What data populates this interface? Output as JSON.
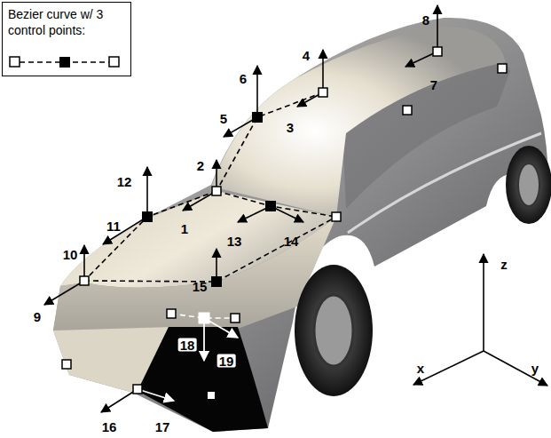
{
  "diagram": {
    "labels": [
      "1",
      "2",
      "3",
      "4",
      "5",
      "6",
      "7",
      "8",
      "9",
      "10",
      "11",
      "12",
      "13",
      "14",
      "15",
      "16",
      "17",
      "18",
      "19",
      "x",
      "y",
      "z"
    ],
    "legend": [
      {
        "text": "Bezier curve w/ 3 control points:"
      }
    ]
  }
}
